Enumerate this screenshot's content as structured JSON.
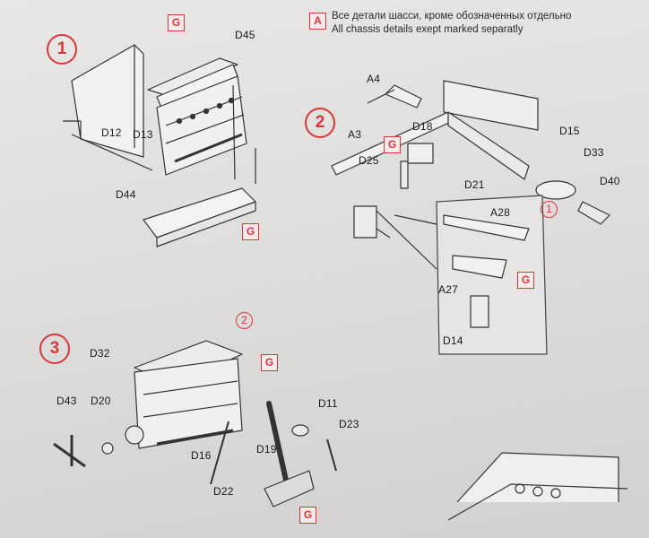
{
  "note": {
    "marker": "A",
    "line_ru": "Все детали шасси, кроме обозначенных отдельно",
    "line_en": "All chassis details exept marked separatly"
  },
  "steps": [
    {
      "number": "1"
    },
    {
      "number": "2"
    },
    {
      "number": "3"
    }
  ],
  "color_marker": "G",
  "sub_ref": "1",
  "sub_ref_2": "2",
  "parts": {
    "d45": "D45",
    "d12": "D12",
    "d13": "D13",
    "d44": "D44",
    "a4": "A4",
    "a3": "A3",
    "d18": "D18",
    "d25": "D25",
    "d21": "D21",
    "d15": "D15",
    "d33": "D33",
    "d40": "D40",
    "a28": "A28",
    "a27": "A27",
    "d14": "D14",
    "d32": "D32",
    "d43": "D43",
    "d20": "D20",
    "d16": "D16",
    "d22": "D22",
    "d19": "D19",
    "d11": "D11",
    "d23": "D23"
  },
  "colors": {
    "accent_red": "#d8373b",
    "line": "#333333"
  }
}
